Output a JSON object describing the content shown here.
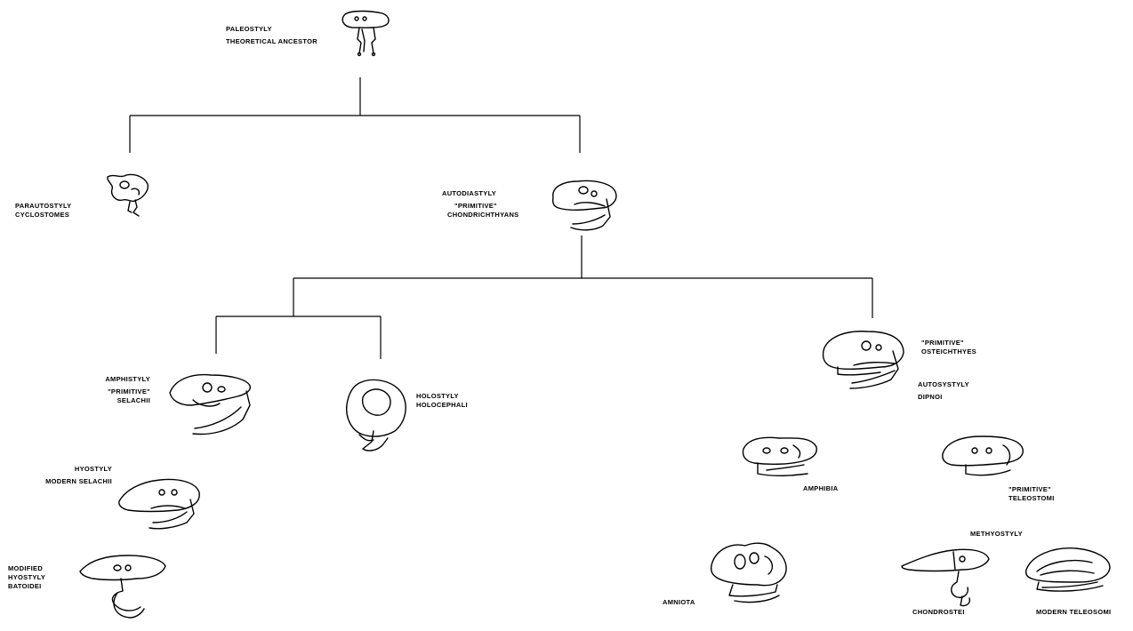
{
  "labels": {
    "paleostyly": [
      "PALEOSTYLY",
      "THEORETICAL ANCESTOR"
    ],
    "parautostyly": [
      "PARAUTOSTYLY",
      "CYCLOSTOMES"
    ],
    "autodiastyly": [
      "AUTODIASTYLY",
      "\"PRIMITIVE\"",
      "CHONDRICHTHYANS"
    ],
    "amphistyly": [
      "AMPHISTYLY",
      "\"PRIMITIVE\"",
      "SELACHII"
    ],
    "holostyly": [
      "HOLOSTYLY",
      "HOLOCEPHALI"
    ],
    "osteichthyes": [
      "\"PRIMITIVE\"",
      "OSTEICHTHYES"
    ],
    "autosystyly": [
      "AUTOSYSTYLY",
      "DIPNOI"
    ],
    "hyostyly": [
      "HYOSTYLY",
      "MODERN SELACHII"
    ],
    "amphibia": [
      "AMPHIBIA"
    ],
    "teleostomi": [
      "\"PRIMITIVE\"",
      "TELEOSTOMI"
    ],
    "methyostyly": [
      "METHYOSTYLY"
    ],
    "modified_hyostyly": [
      "MODIFIED",
      "HYOSTYLY",
      "BATOIDEI"
    ],
    "amniota": [
      "AMNIOTA"
    ],
    "chondrostei": [
      "CHONDROSTEI"
    ],
    "modern_teleosomi": [
      "MODERN TELEOSOMI"
    ]
  },
  "skull_icons": [
    "paleostyly-skull-icon",
    "parautostyly-skull-icon",
    "autodiastyly-skull-icon",
    "amphistyly-skull-icon",
    "holostyly-skull-icon",
    "osteichthyes-skull-icon",
    "hyostyly-skull-icon",
    "amphibia-skull-icon",
    "teleostomi-skull-icon",
    "batoidei-skull-icon",
    "amniota-skull-icon",
    "chondrostei-skull-icon",
    "modern-teleosomi-skull-icon"
  ]
}
